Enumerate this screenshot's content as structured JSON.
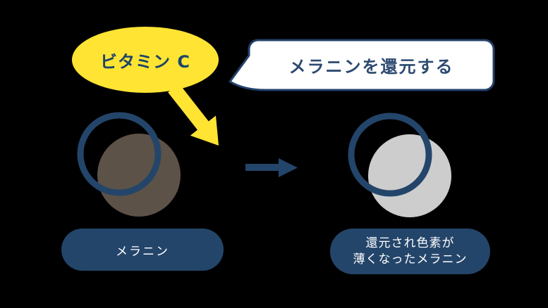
{
  "diagram": {
    "title_semantic": "vitamin-c-reduces-melanin-diagram",
    "vitamin": {
      "label": "ビタミン C"
    },
    "speech": {
      "label": "メラニンを還元する"
    },
    "left_group": {
      "label": "メラニン"
    },
    "right_group": {
      "label_line1": "還元され色素が",
      "label_line2": "薄くなったメラニン"
    },
    "colors": {
      "background": "#000000",
      "yellow": "#ffe433",
      "navy": "#24456a",
      "bubble_border": "#22406a",
      "bubble_fill": "#ffffff",
      "brown": "#5d5247",
      "gray": "#cdcdcd",
      "text_navy": "#2d4a70",
      "label_text": "#ffffff"
    }
  }
}
